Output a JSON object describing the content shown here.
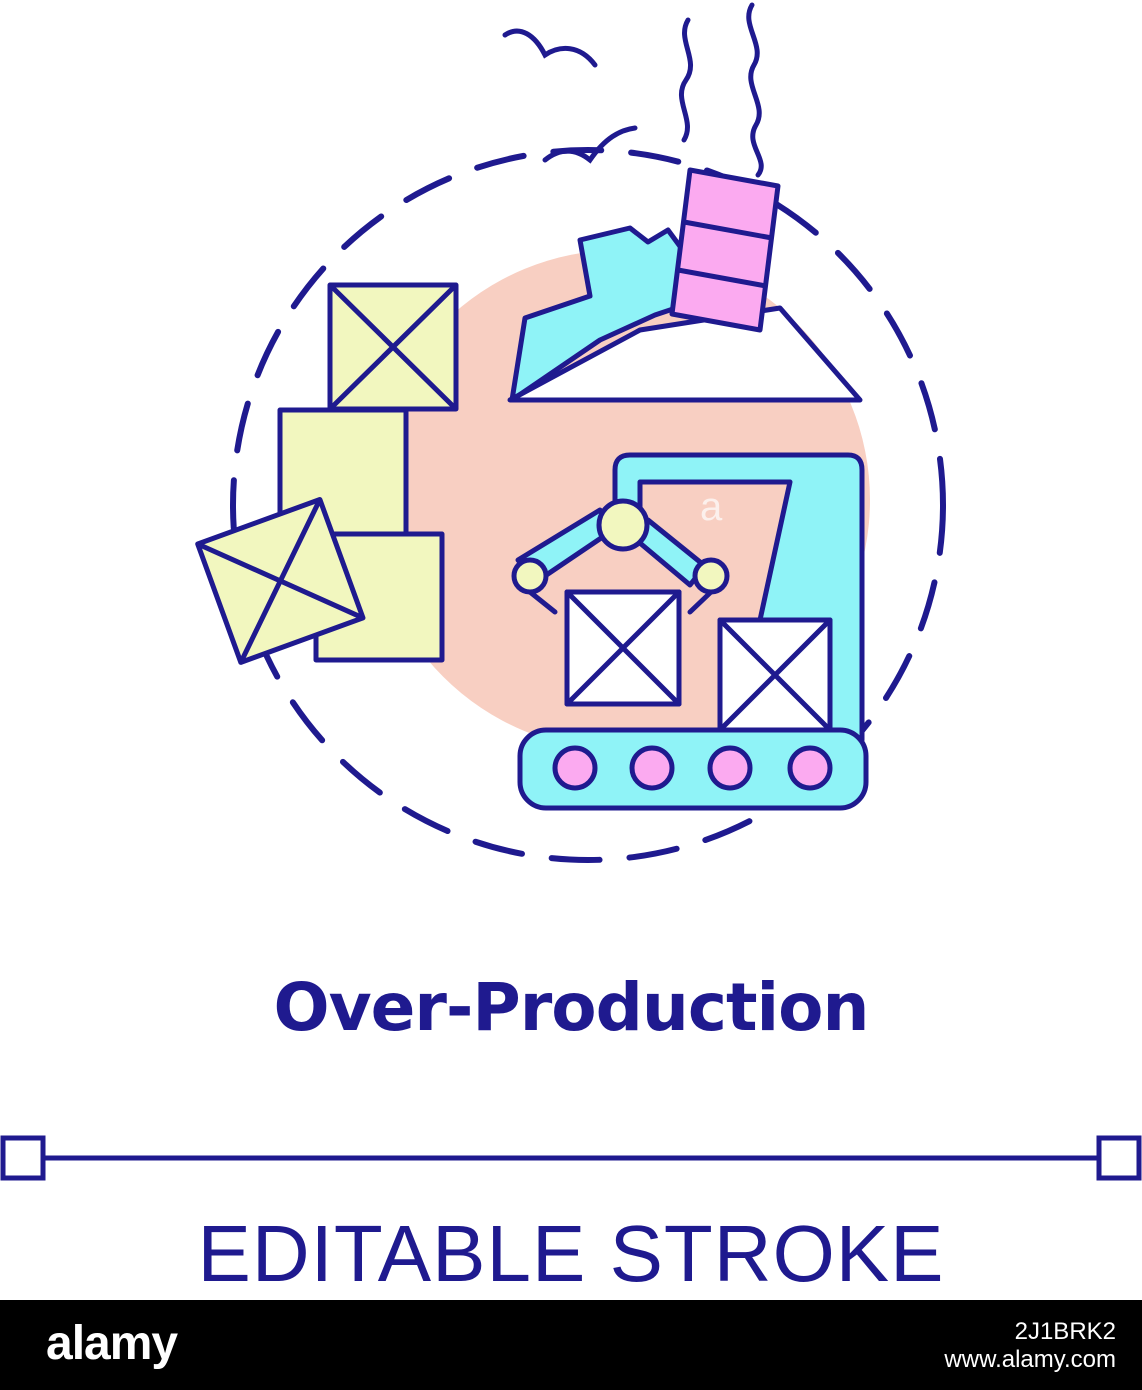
{
  "title": "Over-Production",
  "subtitle": "EDITABLE STROKE",
  "footer": {
    "logo_text": "alamy",
    "image_id": "2J1BRK2",
    "site": "www.alamy.com"
  },
  "watermark": "a",
  "colors": {
    "stroke": "#1f1a8f",
    "peach": "#f8cfc2",
    "yellow": "#f2f7bf",
    "cyan": "#8ff3f7",
    "pink": "#fbaaf0",
    "white": "#ffffff",
    "footer_bg": "#000000"
  },
  "icons": {
    "main": "over-production-icon",
    "birds": "birds-icon",
    "smoke": "smoke-icon",
    "waste_pile": "waste-pile-icon",
    "barrel": "barrel-icon",
    "boxes": "stacked-boxes-icon",
    "robot_arm": "robotic-arm-icon",
    "conveyor": "conveyor-belt-icon"
  }
}
